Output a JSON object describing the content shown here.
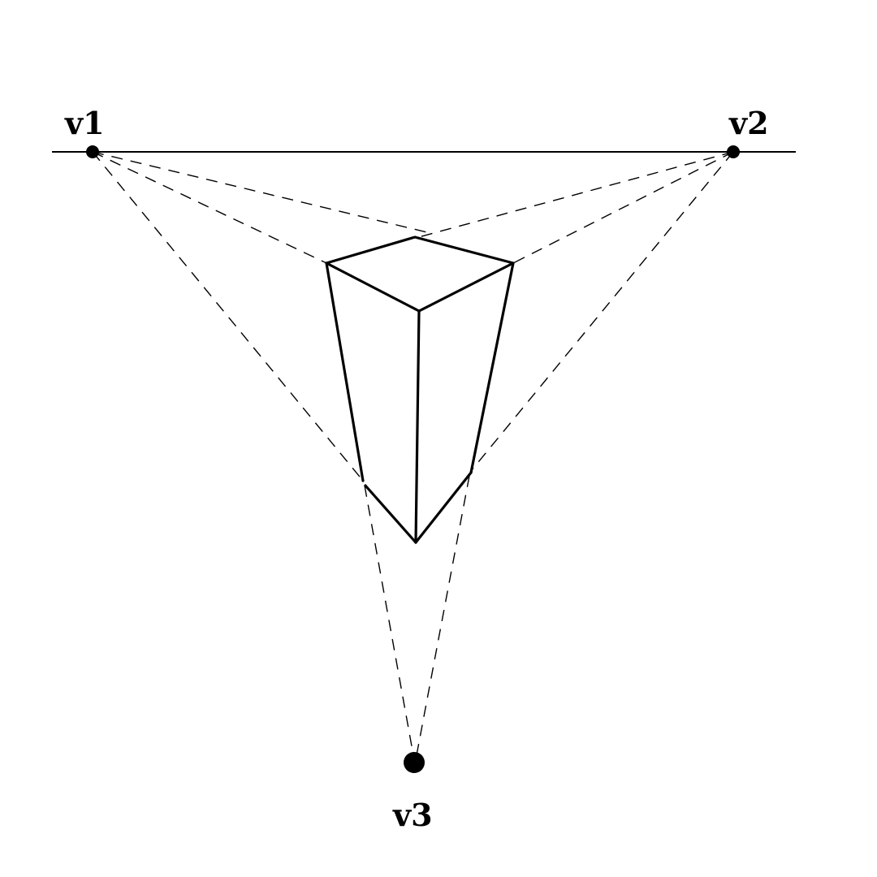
{
  "vanishing_points": [
    {
      "id": "v1",
      "label": "v1"
    },
    {
      "id": "v2",
      "label": "v2"
    },
    {
      "id": "v3",
      "label": "v3"
    }
  ],
  "colors": {
    "ink": "#000000",
    "background": "#ffffff"
  }
}
